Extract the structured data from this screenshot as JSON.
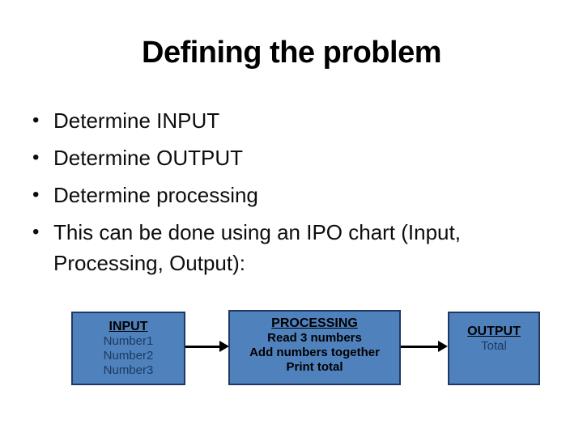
{
  "slide": {
    "title": "Defining the problem",
    "bullet_glyph": "•",
    "bullets": [
      "Determine INPUT",
      "Determine OUTPUT",
      "Determine processing",
      "This can be done using an IPO chart (Input, Processing, Output):"
    ]
  },
  "ipo_diagram": {
    "boxes": [
      {
        "title": "INPUT",
        "lines": [
          "Number1",
          "Number2",
          "Number3"
        ]
      },
      {
        "title": "PROCESSING",
        "lines": [
          "Read 3 numbers",
          "Add numbers together",
          "Print total"
        ]
      },
      {
        "title": "OUTPUT",
        "lines": [
          "Total"
        ]
      }
    ],
    "colors": {
      "box_fill": "#4F81BD",
      "box_border": "#1F3864",
      "detail_text": "#1C3A5E",
      "arrow": "#000000"
    }
  }
}
